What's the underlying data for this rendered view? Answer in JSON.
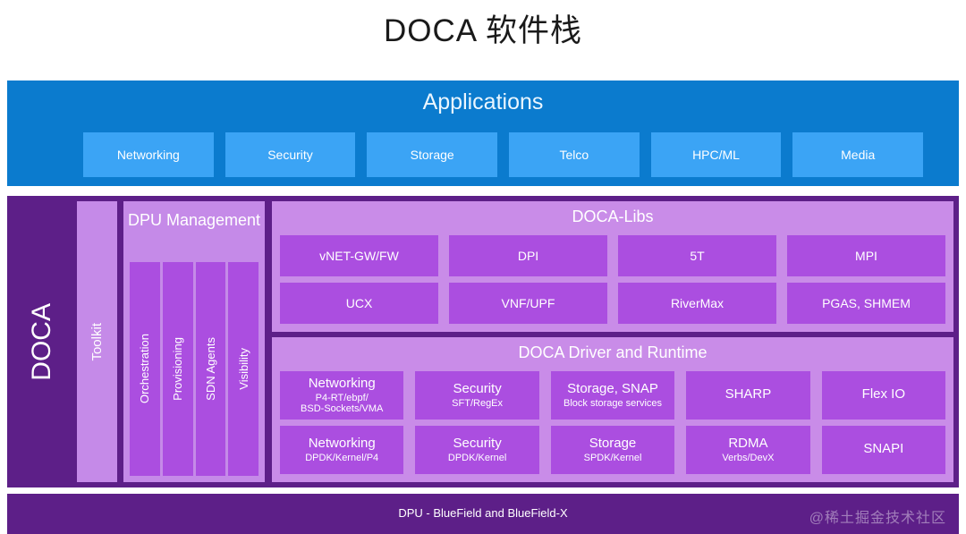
{
  "title": "DOCA 软件栈",
  "colors": {
    "apps_bg": "#0b7bce",
    "app_box": "#3ba4f5",
    "doca_dark": "#5d1f88",
    "panel_light": "#c98ce8",
    "box_purple": "#ab4ee0"
  },
  "applications": {
    "heading": "Applications",
    "items": [
      {
        "label": "Networking"
      },
      {
        "label": "Security"
      },
      {
        "label": "Storage"
      },
      {
        "label": "Telco"
      },
      {
        "label": "HPC/ML"
      },
      {
        "label": "Media"
      }
    ]
  },
  "doca": {
    "label": "DOCA",
    "toolkit": "Toolkit",
    "dpu_management": {
      "title": "DPU Management",
      "columns": [
        {
          "label": "Orchestration"
        },
        {
          "label": "Provisioning"
        },
        {
          "label": "SDN Agents"
        },
        {
          "label": "Visibility"
        }
      ]
    },
    "libs": {
      "title": "DOCA-Libs",
      "row1": [
        {
          "label": "vNET-GW/FW"
        },
        {
          "label": "DPI"
        },
        {
          "label": "5T"
        },
        {
          "label": "MPI"
        }
      ],
      "row2": [
        {
          "label": "UCX"
        },
        {
          "label": "VNF/UPF"
        },
        {
          "label": "RiverMax"
        },
        {
          "label": "PGAS, SHMEM"
        }
      ]
    },
    "driver_runtime": {
      "title": "DOCA Driver and Runtime",
      "row1": [
        {
          "main": "Networking",
          "sub": "P4-RT/ebpf/\nBSD-Sockets/VMA"
        },
        {
          "main": "Security",
          "sub": "SFT/RegEx"
        },
        {
          "main": "Storage, SNAP",
          "sub": "Block storage services"
        },
        {
          "main": "SHARP",
          "sub": ""
        },
        {
          "main": "Flex IO",
          "sub": ""
        }
      ],
      "row2": [
        {
          "main": "Networking",
          "sub": "DPDK/Kernel/P4"
        },
        {
          "main": "Security",
          "sub": "DPDK/Kernel"
        },
        {
          "main": "Storage",
          "sub": "SPDK/Kernel"
        },
        {
          "main": "RDMA",
          "sub": "Verbs/DevX"
        },
        {
          "main": "SNAPI",
          "sub": ""
        }
      ]
    }
  },
  "bottom_bar": {
    "label": "DPU - BlueField and BlueField-X",
    "watermark": "@稀土掘金技术社区"
  }
}
